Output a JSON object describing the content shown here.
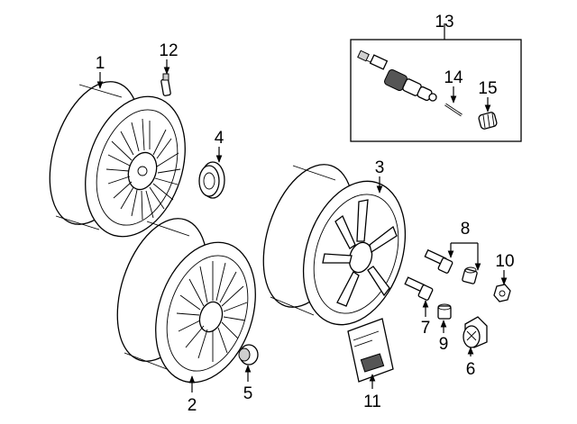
{
  "callouts": {
    "c1": "1",
    "c2": "2",
    "c3": "3",
    "c4": "4",
    "c5": "5",
    "c6": "6",
    "c7": "7",
    "c8": "8",
    "c9": "9",
    "c10": "10",
    "c11": "11",
    "c12": "12",
    "c13": "13",
    "c14": "14",
    "c15": "15"
  },
  "colors": {
    "line": "#000000",
    "background": "#ffffff",
    "shade": "#cfcfcf"
  }
}
